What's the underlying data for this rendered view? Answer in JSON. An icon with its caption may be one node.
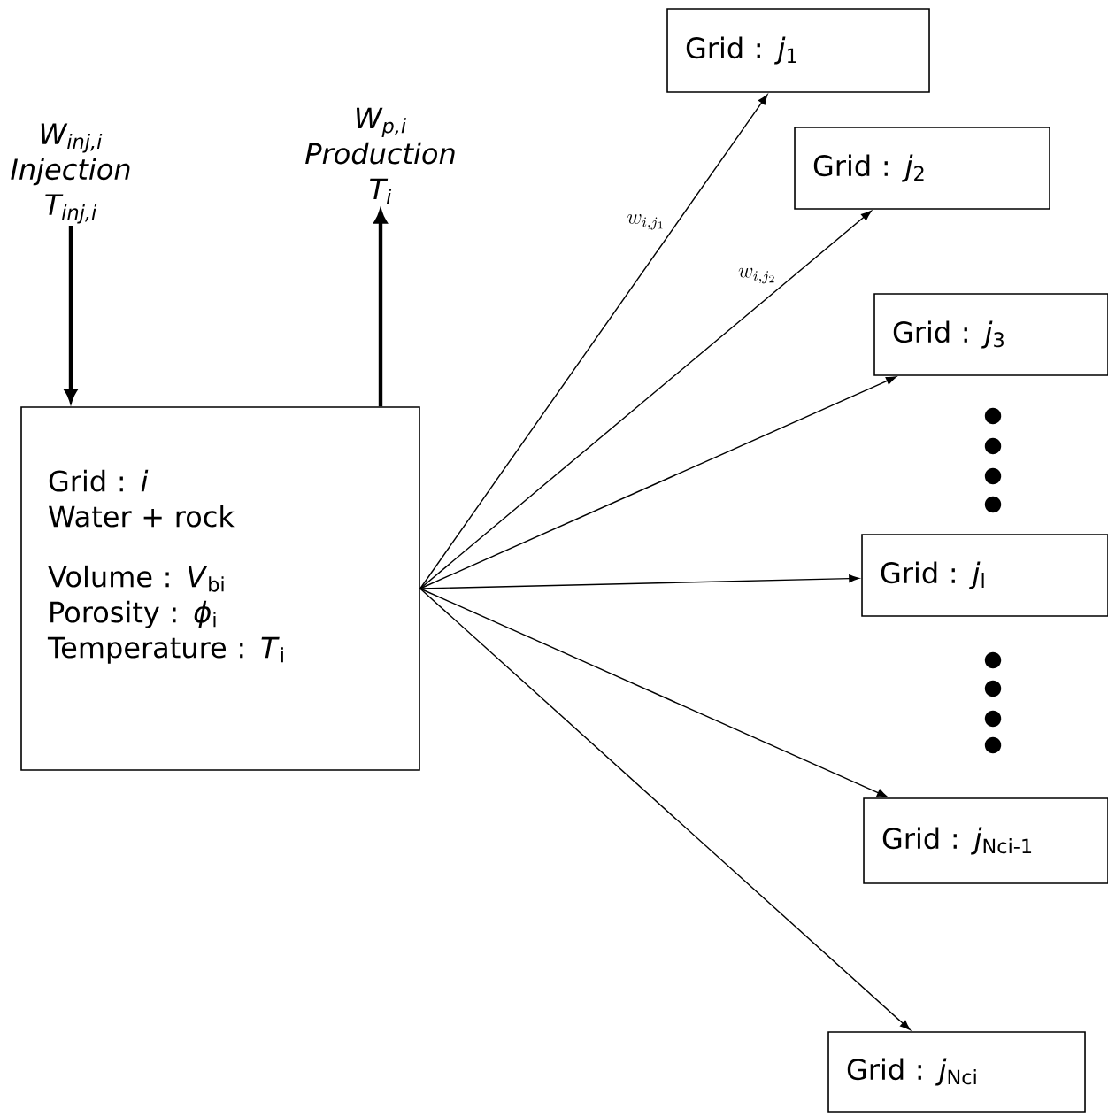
{
  "diagram": {
    "nodes": [
      {
        "text": [
          "Grid : *i*",
          "Water + rock",
          "Volume : *V*$_{bi}$",
          "Porosity : *ϕ*$_{i}$",
          "Temperature : *T*$_{i}$"
        ]
      },
      {
        "text": [
          "W$_{inj,i}$",
          "Injection",
          "T$_{inj,i}$"
        ]
      },
      {
        "text": [
          "W$_{p,i}$",
          "Production",
          "T$_{i}$"
        ]
      },
      {
        "text": [
          "Grid : *j*$_{1}$"
        ]
      },
      {
        "text": [
          "Grid : *j*$_{2}$"
        ]
      },
      {
        "text": [
          "Grid : *j*$_{3}$"
        ]
      },
      {
        "text": [
          "Grid : *j*$_{l}$"
        ]
      },
      {
        "text": [
          "Grid : *j*$_{Nci-1}$"
        ]
      },
      {
        "text": [
          "Grid : *j*$_{Nci}$"
        ]
      }
    ],
    "edges": [
      {
        "from": 1,
        "to": 0,
        "arrow": "to",
        "style": "thick"
      },
      {
        "from": 0,
        "to": 2,
        "arrow": "to",
        "style": "thick"
      },
      {
        "from": 0,
        "to": 3,
        "arrow": "to",
        "label": "w_{i,j_1}"
      },
      {
        "from": 0,
        "to": 4,
        "arrow": "to",
        "label": "w_{i,j_2}"
      },
      {
        "from": 0,
        "to": 5,
        "arrow": "to"
      },
      {
        "from": 0,
        "to": 6,
        "arrow": "to"
      },
      {
        "from": 0,
        "to": 7,
        "arrow": "to"
      },
      {
        "from": 0,
        "to": 8,
        "arrow": "to"
      }
    ]
  }
}
